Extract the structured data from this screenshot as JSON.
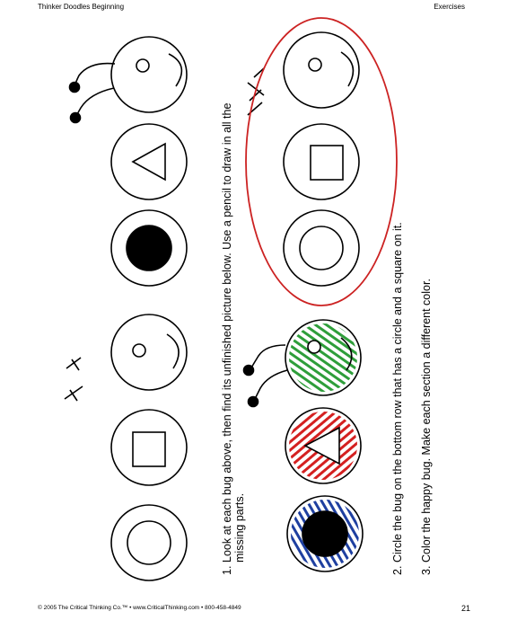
{
  "header": {
    "book_title": "Thinker Doodles Beginning",
    "section": "Exercises"
  },
  "instructions": [
    {
      "num": "1.",
      "line1": "Look at each bug above, then find its unfinished picture below. Use a pencil to draw in all the",
      "line2": "missing parts."
    },
    {
      "num": "2.",
      "line1": "Circle the bug on the bottom row that has a circle and a square on it."
    },
    {
      "num": "3.",
      "line1": "Color the happy bug.  Make each section a different color."
    }
  ],
  "footer": {
    "copyright": "© 2005 The Critical Thinking Co.™ • www.CriticalThinking.com • 800-458-4849",
    "page_number": "21"
  },
  "colors": {
    "circle_answer": "#cc2222",
    "green_scribble": "#2e9e3a",
    "red_scribble": "#d42020",
    "blue_scribble": "#1e3fa0"
  }
}
